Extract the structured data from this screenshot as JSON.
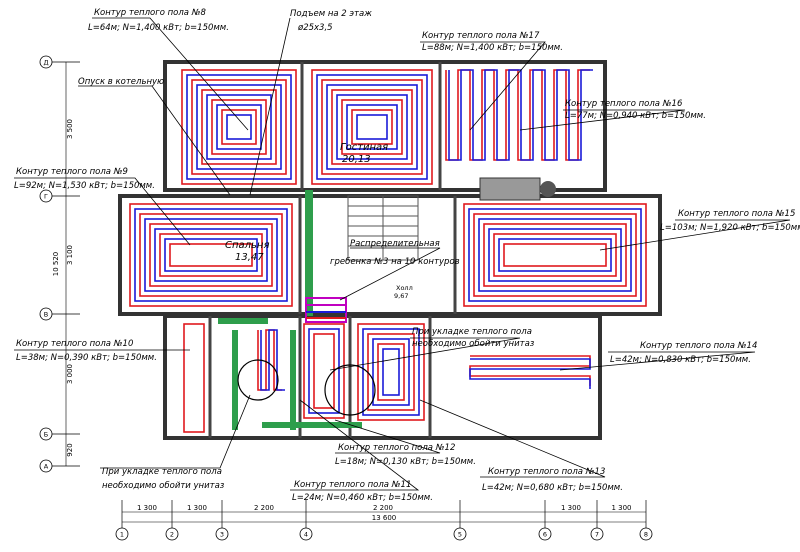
{
  "callouts": [
    {
      "id": "c8",
      "title": "Контур теплого пола №8",
      "params": "L=64м; N=1,400 кВт; b=150мм."
    },
    {
      "id": "c17",
      "title": "Контур теплого пола №17",
      "params": "L=88м; N=1,400 кВт; b=150мм."
    },
    {
      "id": "c16",
      "title": "Контур теплого пола №16",
      "params": "L=77м; N=0,940 кВт; b=150мм."
    },
    {
      "id": "c9",
      "title": "Контур теплого пола №9",
      "params": "L=92м; N=1,530 кВт; b=150мм."
    },
    {
      "id": "c15",
      "title": "Контур теплого пола №15",
      "params": "L=103м; N=1,920 кВт; b=150мм."
    },
    {
      "id": "c10",
      "title": "Контур теплого пола №10",
      "params": "L=38м; N=0,390 кВт; b=150мм."
    },
    {
      "id": "c14",
      "title": "Контур теплого пола №14",
      "params": "L=42м; N=0,830 кВт; b=150мм."
    },
    {
      "id": "c12",
      "title": "Контур теплого пола №12",
      "params": "L=18м; N=0,130 кВт; b=150мм."
    },
    {
      "id": "c13",
      "title": "Контур теплого пола №13",
      "params": "L=42м; N=0,680 кВт; b=150мм."
    },
    {
      "id": "c11",
      "title": "Контур теплого пола №11",
      "params": "L=24м; N=0,460 кВт; b=150мм."
    }
  ],
  "notes": {
    "riser": "Подъем на 2 этаж",
    "riser_pipe": "ø25x3,5",
    "boiler": "Опуск в котельную",
    "manifold_1": "Распределительная",
    "manifold_2": "гребенка №3 на 10 контуров",
    "toilet_note_1": "При укладке теплого пола",
    "toilet_note_2": "необходимо обойти унитаз",
    "toilet_note_b1": "При укладке теплого пола",
    "toilet_note_b2": "необходимо обойти унитаз"
  },
  "rooms": {
    "living": "Гостиная",
    "living_area": "20,13",
    "bedroom": "Спальня",
    "bedroom_area": "13,47",
    "hall": "Холл",
    "hall_area": "9,67"
  },
  "axes": {
    "columns": [
      "1",
      "2",
      "3",
      "4",
      "5",
      "6",
      "7",
      "8"
    ],
    "rows": [
      "Д",
      "Г",
      "В",
      "Б",
      "А"
    ]
  },
  "dimensions": {
    "bottom": [
      "1 300",
      "1 300",
      "2 200",
      "2 200",
      "1 300",
      "1 300"
    ],
    "total": "13 600",
    "left_overall": "10 520",
    "left": [
      "3 500",
      "3 100",
      "3 000",
      "920"
    ]
  },
  "colors": {
    "supply": "#e0191e",
    "return": "#1a1ad8",
    "manifold": "#c000c0",
    "wall": "#333333",
    "green": "#2e9e4c"
  }
}
